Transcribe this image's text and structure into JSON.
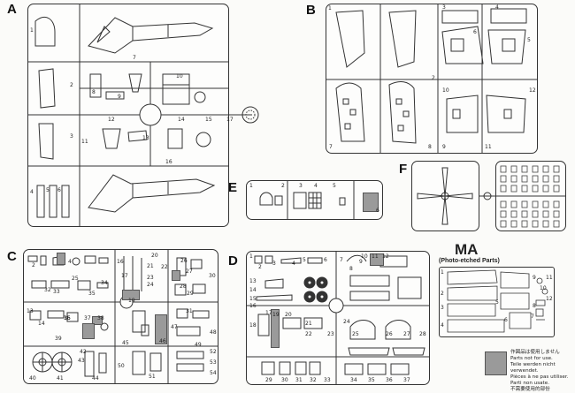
{
  "sprues": {
    "A": {
      "label": "A"
    },
    "B": {
      "label": "B"
    },
    "C": {
      "label": "C"
    },
    "D": {
      "label": "D"
    },
    "E": {
      "label": "E"
    },
    "F": {
      "label": "F"
    },
    "MA": {
      "label": "MA",
      "subtitle": "(Photo-etched Parts)"
    }
  },
  "parts_A": [
    "1",
    "2",
    "3",
    "4",
    "5",
    "6",
    "7",
    "8",
    "9",
    "10",
    "11",
    "12",
    "13",
    "14",
    "15",
    "16",
    "17"
  ],
  "parts_B": [
    "1",
    "2",
    "3",
    "4",
    "5",
    "6",
    "7",
    "8",
    "9",
    "10",
    "11",
    "12"
  ],
  "parts_C": [
    "2",
    "4",
    "13",
    "14",
    "15",
    "16",
    "17",
    "19",
    "20",
    "21",
    "22",
    "23",
    "24",
    "25",
    "26",
    "27",
    "28",
    "29",
    "30",
    "31",
    "32",
    "33",
    "34",
    "35",
    "36",
    "37",
    "38",
    "39",
    "40",
    "41",
    "42",
    "43",
    "44",
    "45",
    "46",
    "47",
    "48",
    "49",
    "50",
    "51",
    "52",
    "53",
    "54"
  ],
  "parts_D": [
    "1",
    "2",
    "3",
    "4",
    "5",
    "6",
    "7",
    "8",
    "9",
    "10",
    "11",
    "12",
    "13",
    "14",
    "15",
    "16",
    "17",
    "18",
    "19",
    "20",
    "21",
    "22",
    "23",
    "24",
    "25",
    "26",
    "27",
    "28",
    "29",
    "30",
    "31",
    "32",
    "33",
    "34",
    "35",
    "36",
    "37"
  ],
  "parts_E": [
    "1",
    "2",
    "3",
    "4",
    "5",
    "6"
  ],
  "parts_MA": [
    "1",
    "2",
    "3",
    "4",
    "5",
    "6",
    "7",
    "8",
    "9",
    "10",
    "11",
    "12"
  ],
  "legend": {
    "lines": [
      "作図品は使用しません",
      "Parts not for use.",
      "Teile werden nicht verwendet.",
      "Pièces à ne pas utiliser.",
      "Parti non usate.",
      "不需要使用的部份"
    ],
    "swatch_color": "#9a9a9a"
  },
  "colors": {
    "line": "#333333",
    "gray_part": "#9a9a9a",
    "background": "#fbfbf9"
  }
}
